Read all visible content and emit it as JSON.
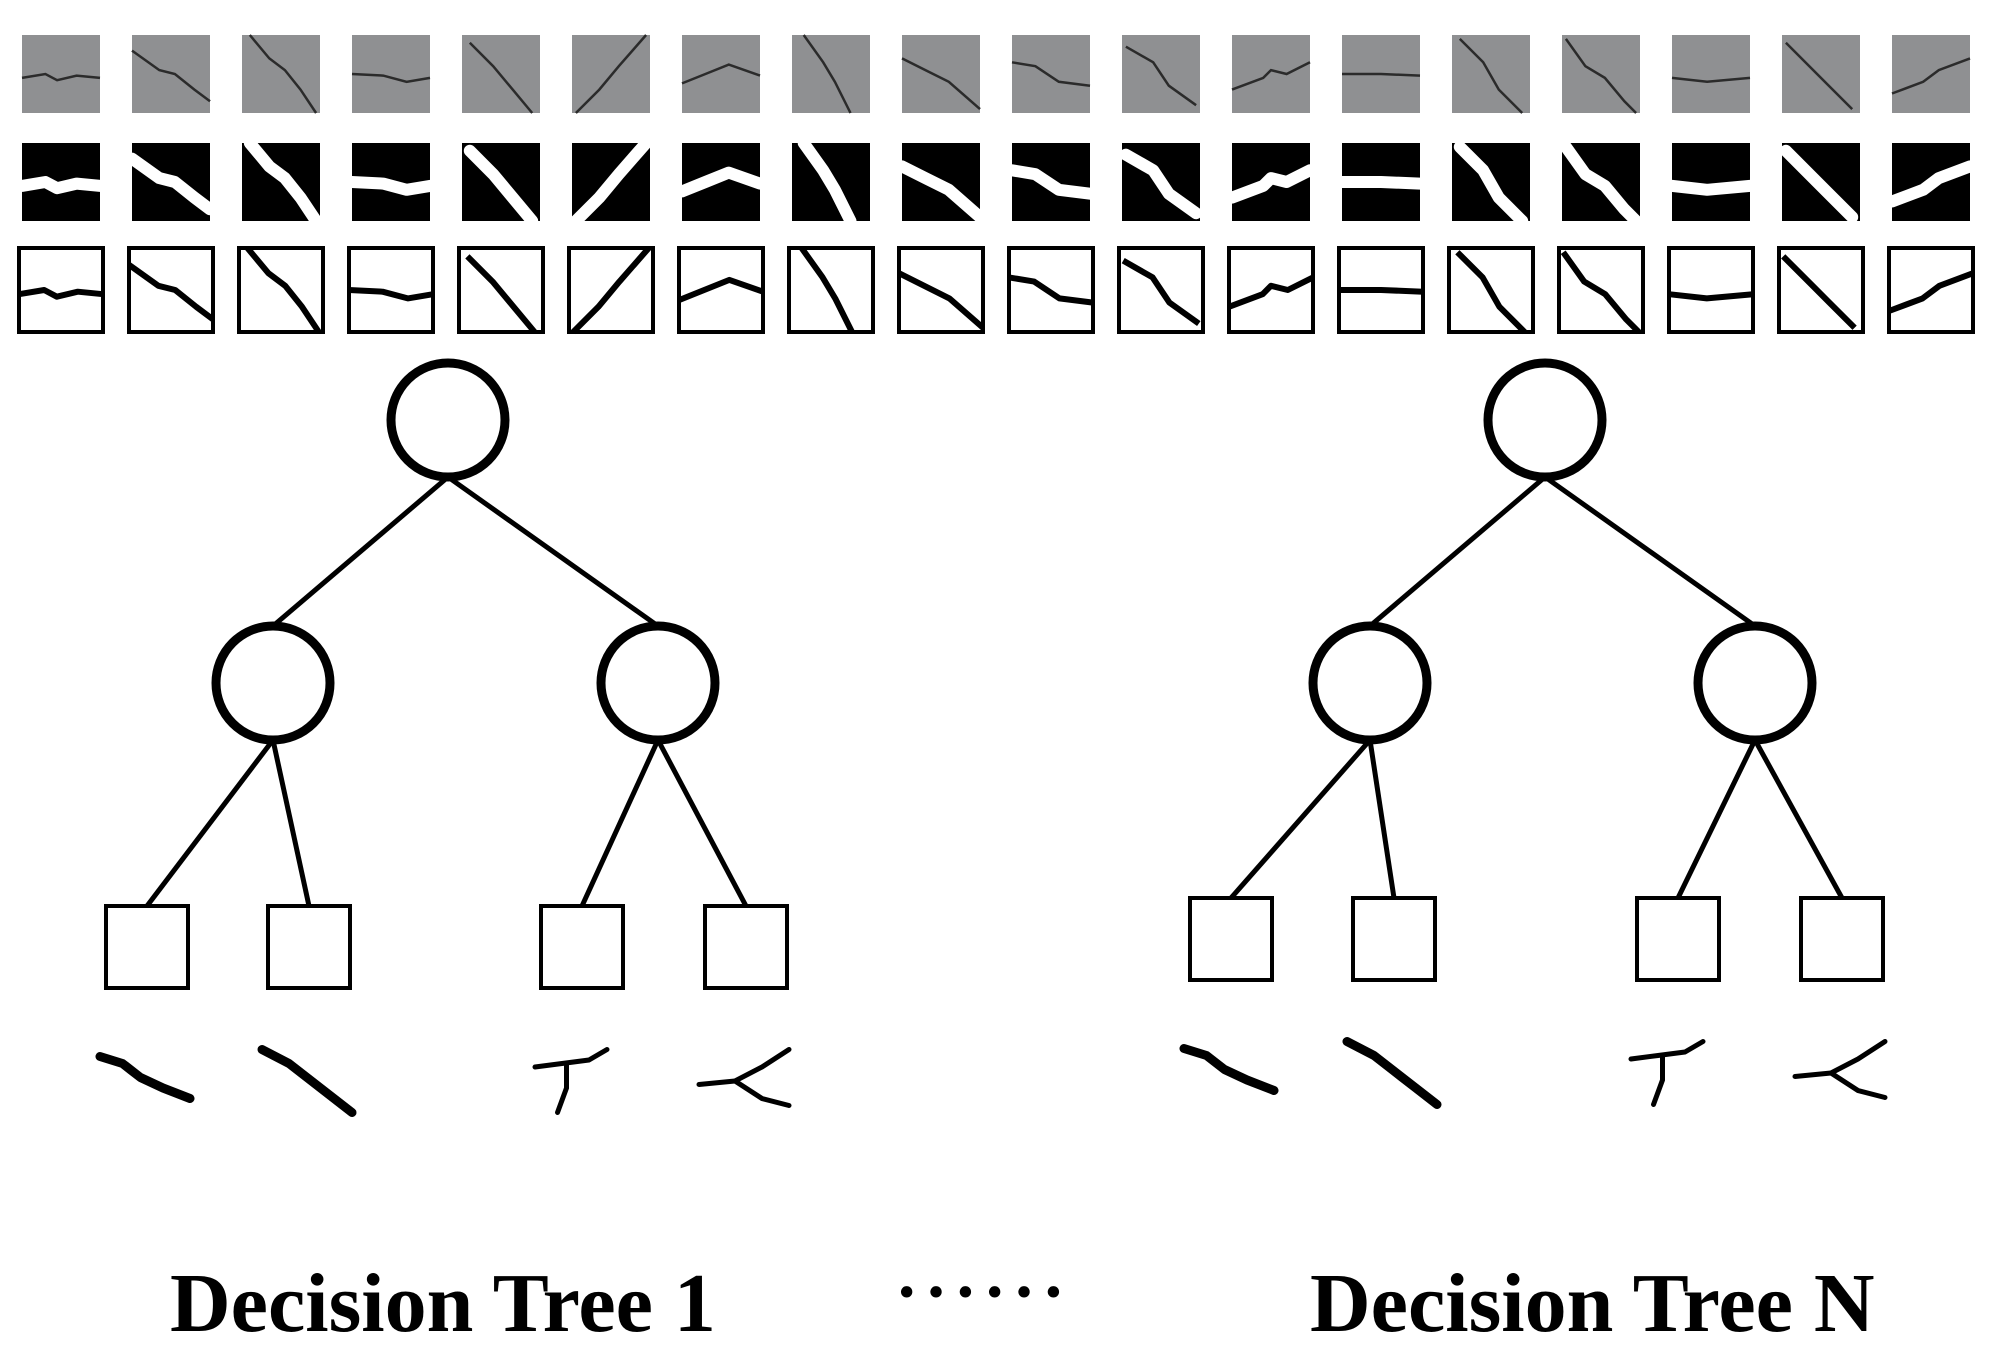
{
  "row_count": 18,
  "trees": [
    {
      "caption": "Decision Tree 1"
    },
    {
      "caption": "Decision Tree N"
    }
  ],
  "ellipsis": "······",
  "colors": {
    "line": "#000000",
    "patch_bg": "#8f9092",
    "crack": "#2b2b2b",
    "binary_bg": "#000000",
    "binary_fg": "#ffffff"
  }
}
